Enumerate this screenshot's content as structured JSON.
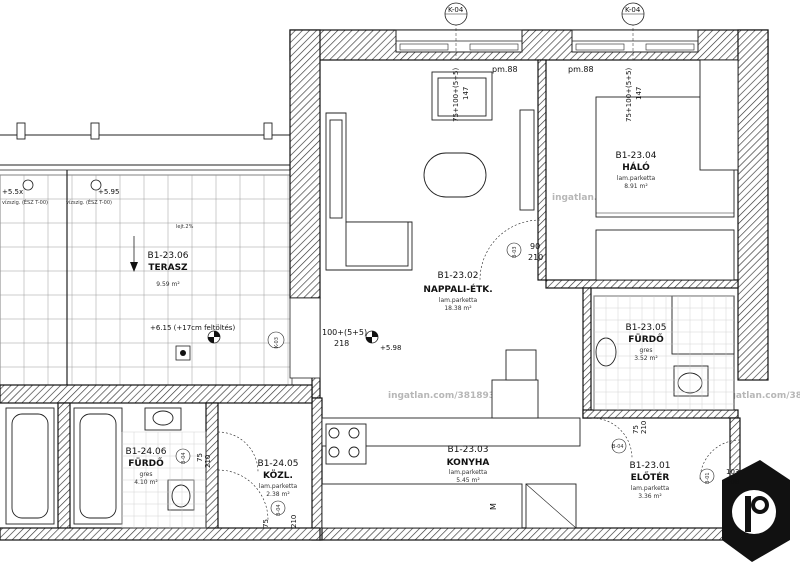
{
  "axis_markers": {
    "left": "K-04",
    "right": "K-04"
  },
  "watermark": "ingatlan.com/38189364",
  "rooms": [
    {
      "code": "B1-23.06",
      "name": "TERASZ",
      "floor": "",
      "area": "9.59 m²"
    },
    {
      "code": "B1-23.02",
      "name": "NAPPALI-ÉTK.",
      "floor": "lam.parketta",
      "area": "18.38 m²"
    },
    {
      "code": "B1-23.04",
      "name": "HÁLÓ",
      "floor": "lam.parketta",
      "area": "8.91 m²"
    },
    {
      "code": "B1-23.05",
      "name": "FÜRDŐ",
      "floor": "gres",
      "area": "3.52 m²"
    },
    {
      "code": "B1-23.03",
      "name": "KONYHA",
      "floor": "lam.parketta",
      "area": "5.45 m²"
    },
    {
      "code": "B1-23.01",
      "name": "ELŐTÉR",
      "floor": "lam.parketta",
      "area": "3.36 m²"
    },
    {
      "code": "B1-24.06",
      "name": "FÜRDŐ",
      "floor": "gres",
      "area": "4.10 m²"
    },
    {
      "code": "B1-24.05",
      "name": "KÖZL.",
      "floor": "lam.parketta",
      "area": "2.38 m²"
    }
  ],
  "dimensions": {
    "pm_left": "pm.88",
    "pm_right": "pm.88",
    "win_left_a": "75+100+(5+5)",
    "win_left_b": "147",
    "win_right_a": "75+100+(5+5)",
    "win_right_b": "147",
    "door_b03": "B-03",
    "door_b03_w": "90",
    "door_b03_h": "210",
    "win_terrace_a": "100+(5+5)",
    "win_terrace_b": "218",
    "k03": "K-03",
    "level_598": "+5.98",
    "level_595": "+5.95",
    "level_59x": "+5.5x",
    "terrace_note": "+6.15 (+17cm feltöltés)",
    "slope": "lejt.2%",
    "vizszig_left": "vízszig. (ÉSZ T-00)",
    "vizszig_right": "vízszig. (ÉSZ T-00)",
    "b04_mid": "B-04",
    "b04_mid_a": "75",
    "b04_mid_b": "210",
    "b01": "B-01",
    "b01_a": "103",
    "b01_b": "208",
    "b04_lower": "B-04",
    "b04_lower_a": "75",
    "b04_lower_b": "210",
    "b04_kozl": "B-04",
    "b04_kozl_a": "75",
    "b04_kozl_b": "210"
  },
  "fridge_mark": "M"
}
